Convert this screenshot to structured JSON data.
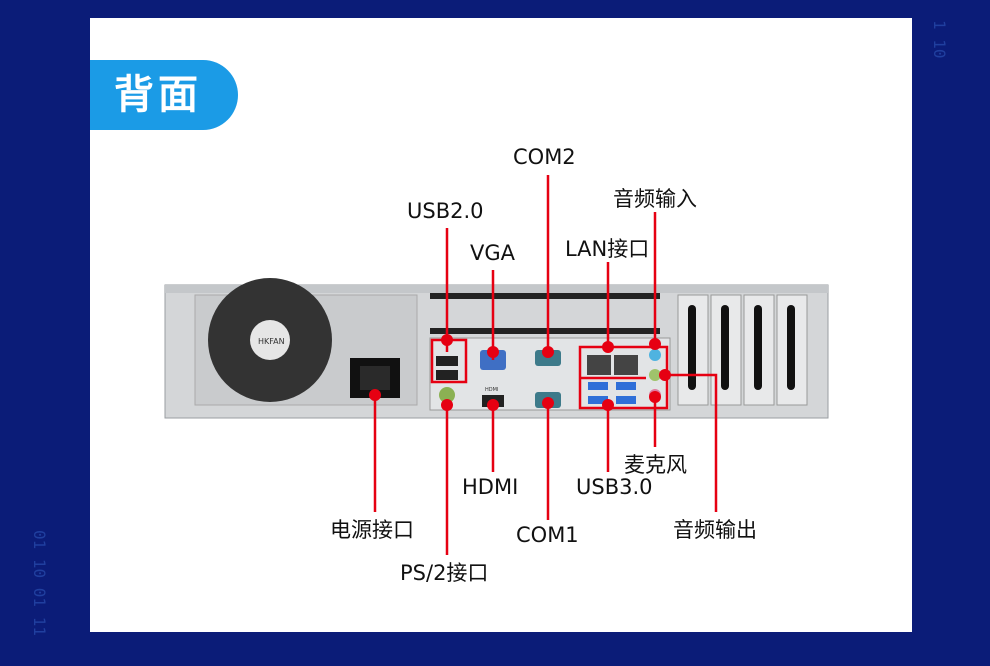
{
  "title": "背面",
  "decor": {
    "bg_text_1": "1 10",
    "bg_text_2": "01 10 01 11"
  },
  "labels": {
    "usb2": "USB2.0",
    "vga": "VGA",
    "com2": "COM2",
    "lan": "LAN接口",
    "audio_in": "音频输入",
    "power": "电源接口",
    "ps2": "PS/2接口",
    "hdmi": "HDMI",
    "com1": "COM1",
    "usb3": "USB3.0",
    "mic": "麦克风",
    "audio_out": "音频输出"
  },
  "port_marks": {
    "hdmi": "HDMI",
    "fan": "HKFAN"
  },
  "colors": {
    "background": "#0b1c78",
    "badge": "#1b9be6",
    "callout": "#e60012"
  }
}
